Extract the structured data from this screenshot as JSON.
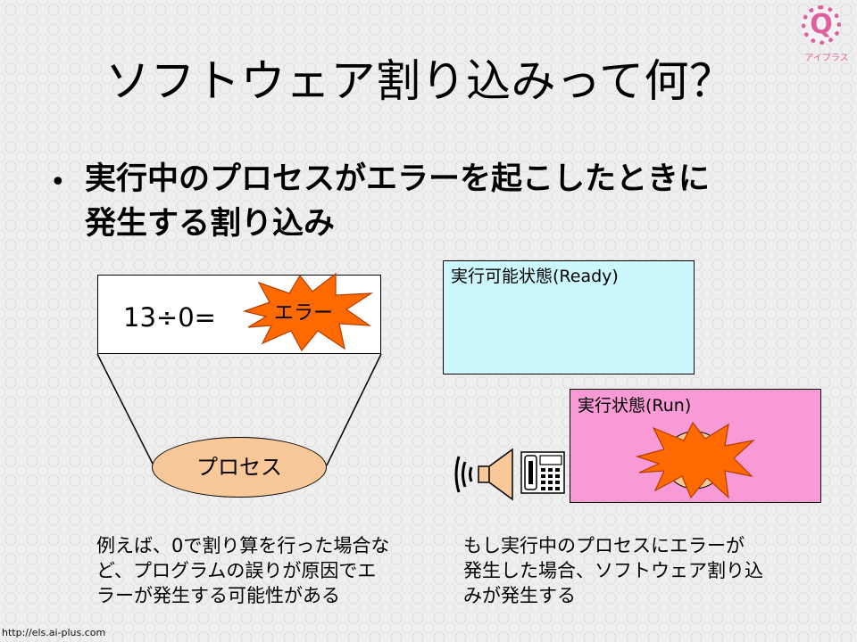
{
  "logo": {
    "mark": "Q",
    "text": "アイプラス"
  },
  "title": "ソフトウェア割り込みって何？",
  "bullet": {
    "line1": "実行中のプロセスがエラーを起こしたときに",
    "line2": "発生する割り込み"
  },
  "left_diagram": {
    "equation": "13÷0=",
    "error_label": "エラー",
    "process_label": "プロセス",
    "caption": [
      "例えば、0で割り算を行った場合な",
      "ど、プログラムの誤りが原因でエ",
      "ラーが発生する可能性がある"
    ]
  },
  "right_diagram": {
    "ready_label": "実行可能状態(Ready)",
    "run_label": "実行状態(Run)",
    "caption": [
      "もし実行中のプロセスにエラーが",
      "発生した場合、ソフトウェア割り込",
      "みが発生する"
    ]
  },
  "colors": {
    "process_fill": "#f8c898",
    "burst_fill": "#ff6a00",
    "ready_fill": "#ccf8fd",
    "run_fill": "#f89ad6",
    "logo": "#e0609e"
  },
  "icons": [
    "speaker-icon",
    "telephone-icon",
    "explosion-icon"
  ],
  "footer_url": "http://els.ai-plus.com"
}
